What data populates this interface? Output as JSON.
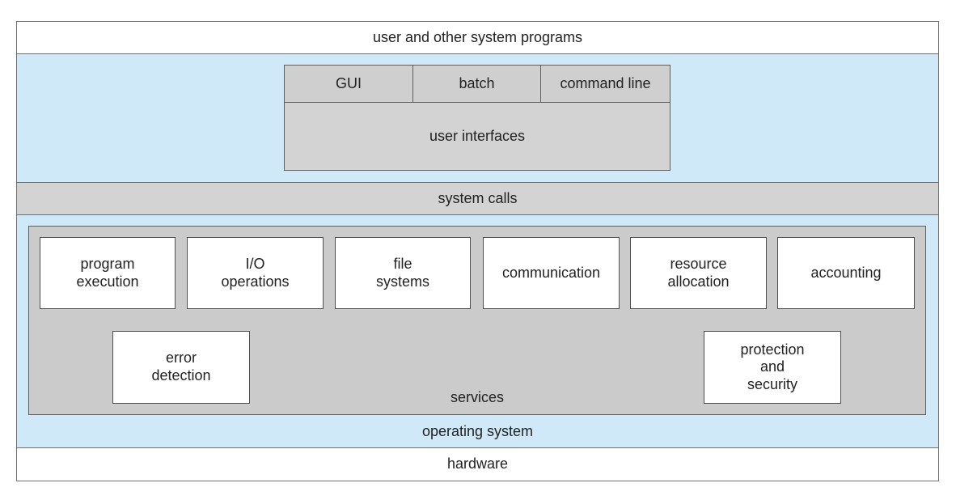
{
  "layers": {
    "user_programs": "user and other system programs",
    "user_interfaces": {
      "label": "user interfaces",
      "items": [
        "GUI",
        "batch",
        "command line"
      ]
    },
    "system_calls": "system calls",
    "services": {
      "label": "services",
      "items": [
        "program\nexecution",
        "I/O\noperations",
        "file\nsystems",
        "communication",
        "resource\nallocation",
        "accounting",
        "error\ndetection",
        "protection\nand\nsecurity"
      ]
    },
    "operating_system": "operating system",
    "hardware": "hardware"
  },
  "colors": {
    "os_band": "#cfe9f8",
    "gray_box": "#d3d3d3",
    "white_box": "#ffffff",
    "border": "#6f6f6f"
  }
}
